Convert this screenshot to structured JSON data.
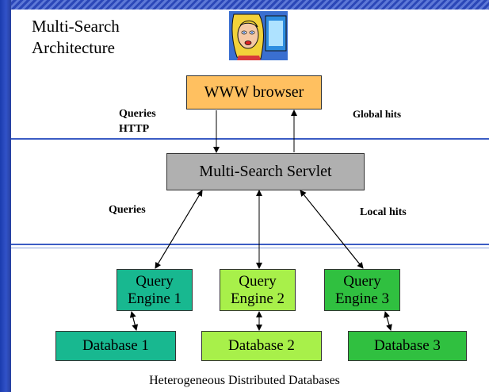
{
  "title_line1": "Multi-Search",
  "title_line2": "Architecture",
  "nodes": {
    "browser": {
      "label": "WWW browser",
      "color": "#ffc060"
    },
    "servlet": {
      "label": "Multi-Search Servlet",
      "color": "#b0b0b0"
    },
    "qe1": {
      "line1": "Query",
      "line2": "Engine 1",
      "color": "#18b890"
    },
    "qe2": {
      "line1": "Query",
      "line2": "Engine 2",
      "color": "#a8f04a"
    },
    "qe3": {
      "line1": "Query",
      "line2": "Engine 3",
      "color": "#30c040"
    },
    "db1": {
      "label": "Database 1",
      "color": "#18b890"
    },
    "db2": {
      "label": "Database 2",
      "color": "#a8f04a"
    },
    "db3": {
      "label": "Database 3",
      "color": "#30c040"
    }
  },
  "labels": {
    "queries_http_line1": "Queries",
    "queries_http_line2": "HTTP",
    "global_hits": "Global hits",
    "queries": "Queries",
    "local_hits": "Local hits"
  },
  "footer": "Heterogeneous Distributed Databases",
  "icons": [
    "woman-at-computer-icon"
  ],
  "colors": {
    "divider": "#3b5cc4",
    "accent_strip": "#2b47b8"
  }
}
